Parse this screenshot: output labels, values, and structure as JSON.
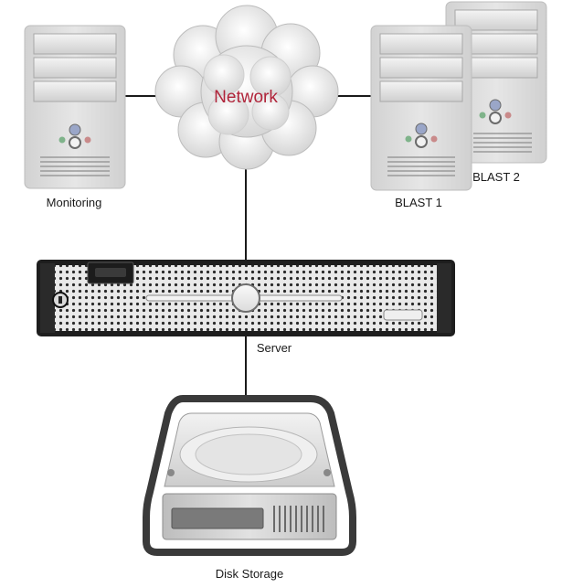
{
  "nodes": {
    "network": {
      "label": "Network"
    },
    "monitoring": {
      "label": "Monitoring"
    },
    "blast1": {
      "label": "BLAST 1"
    },
    "blast2": {
      "label": "BLAST 2"
    },
    "server": {
      "label": "Server"
    },
    "disk": {
      "label": "Disk Storage"
    }
  },
  "colors": {
    "network_label": "#b0243a",
    "connector": "#1a1a1a",
    "tower_body": "#d9d9d9",
    "server_body": "#1e1e1e",
    "disk_frame": "#3a3a3a"
  }
}
